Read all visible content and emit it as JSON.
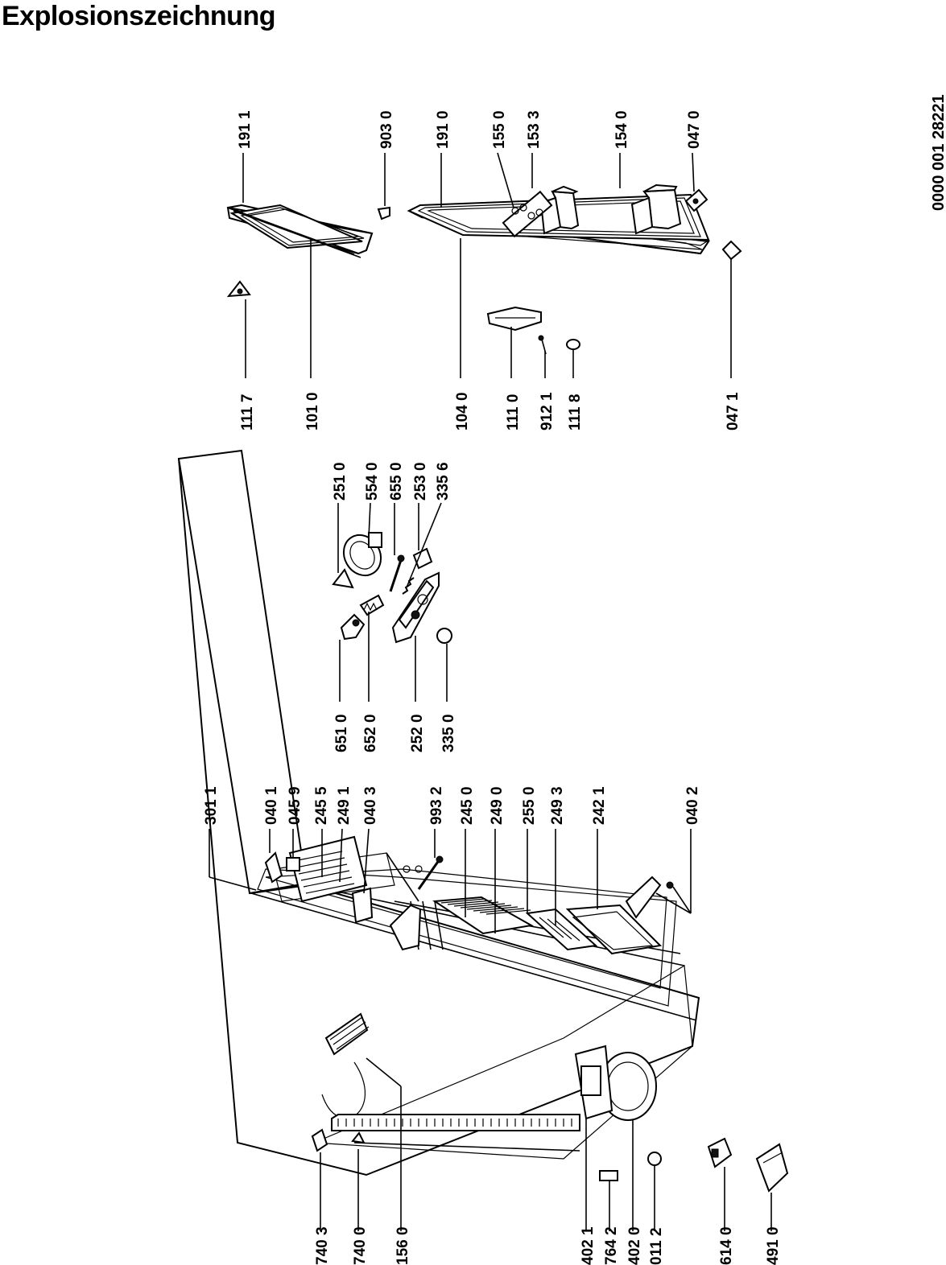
{
  "page": {
    "title": "Explosionszeichnung",
    "document_id": "0000 001 28221"
  },
  "labels": {
    "l_111_7": "111 7",
    "l_101_0": "101 0",
    "l_191_1": "191 1",
    "l_903_0": "903 0",
    "l_191_0": "191 0",
    "l_155_0": "155 0",
    "l_153_3": "153 3",
    "l_154_0": "154 0",
    "l_047_0": "047 0",
    "l_104_0": "104 0",
    "l_111_0": "111 0",
    "l_912_1": "912 1",
    "l_111_8": "111 8",
    "l_047_1": "047 1",
    "l_251_0": "251 0",
    "l_554_0": "554 0",
    "l_655_0": "655 0",
    "l_253_0": "253 0",
    "l_335_6": "335 6",
    "l_651_0": "651 0",
    "l_652_0": "652 0",
    "l_252_0": "252 0",
    "l_335_0": "335 0",
    "l_301_1": "301 1",
    "l_040_1": "040 1",
    "l_045_9": "045 9",
    "l_245_5": "245 5",
    "l_249_1": "249 1",
    "l_040_3": "040 3",
    "l_993_2": "993 2",
    "l_245_0": "245 0",
    "l_249_0": "249 0",
    "l_255_0": "255 0",
    "l_249_3": "249 3",
    "l_242_1": "242 1",
    "l_040_2": "040 2",
    "l_740_3": "740 3",
    "l_740_0": "740 0",
    "l_156_0": "156 0",
    "l_402_1": "402 1",
    "l_764_2": "764 2",
    "l_402_0": "402 0",
    "l_011_2": "011 2",
    "l_614_0": "614 0",
    "l_491_0": "491 0"
  }
}
